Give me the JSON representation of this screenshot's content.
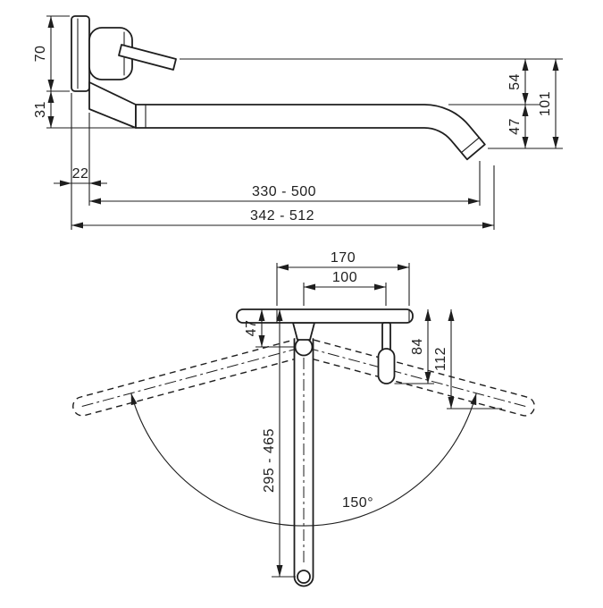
{
  "drawing": {
    "background": "#ffffff",
    "ink": "#1e1e1e",
    "side_view": {
      "dims": {
        "escutcheon_height": "70",
        "drop_below_escutcheon": "31",
        "escutcheon_depth": "22",
        "reach_min_max": "330 - 500",
        "overall_reach_min_max": "342 - 512",
        "handle_to_spout_top": "54",
        "spout_drop": "47",
        "total_drop": "101"
      }
    },
    "plan_view": {
      "dims": {
        "fixing_span": "170",
        "spout_to_handle": "100",
        "wall_to_pivot": "47",
        "handle_depth": "84",
        "handle_overall_depth": "112",
        "spout_reach_min_max": "295 - 465",
        "swivel_angle": "150°"
      }
    }
  }
}
